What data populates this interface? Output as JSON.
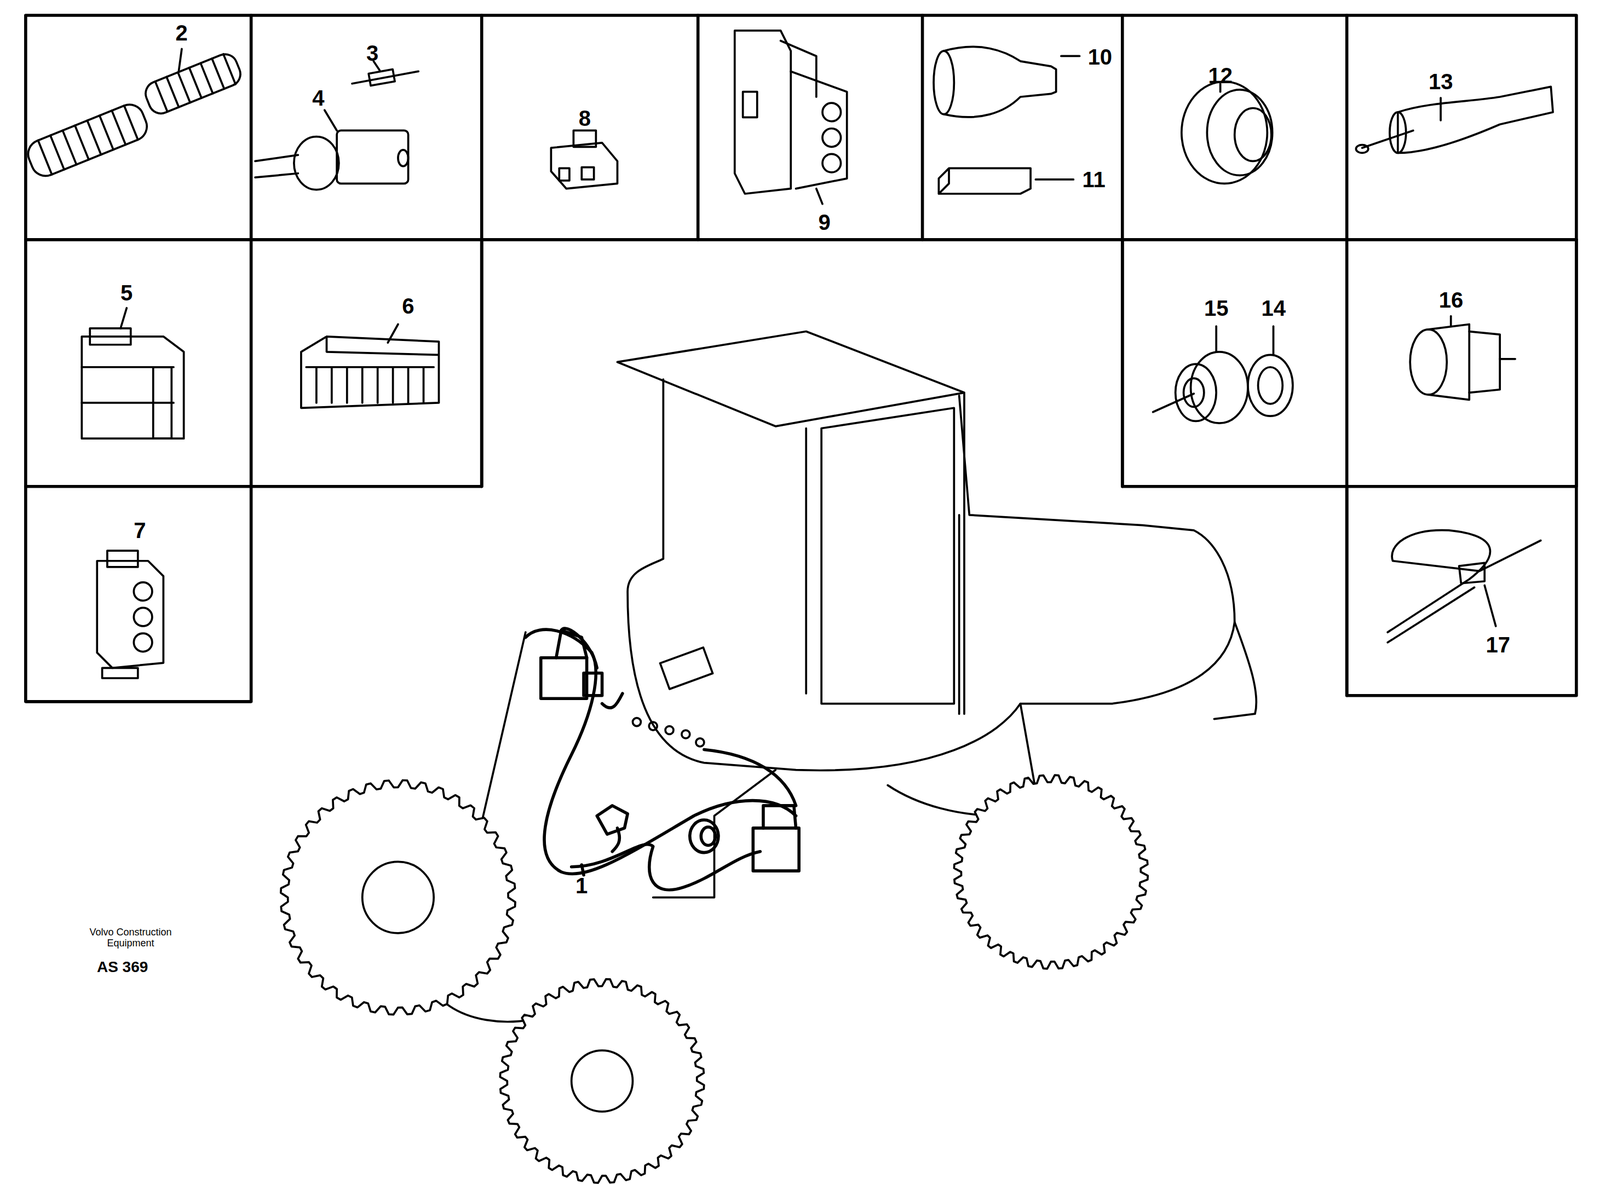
{
  "diagram": {
    "labels": [
      "2",
      "3",
      "4",
      "8",
      "9",
      "10",
      "11",
      "12",
      "13",
      "5",
      "6",
      "15",
      "14",
      "16",
      "7",
      "17",
      "1",
      "Volvo Construction Equipment",
      "AS 369"
    ]
  }
}
